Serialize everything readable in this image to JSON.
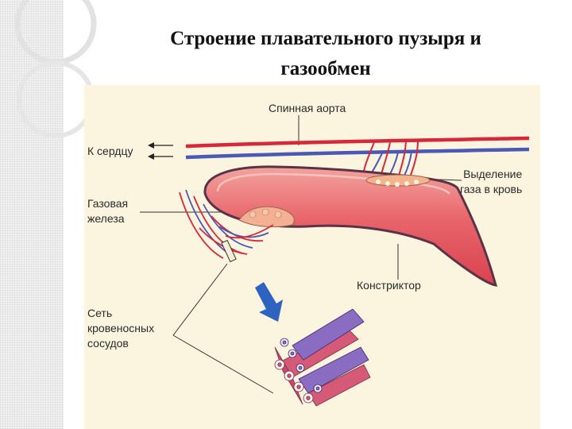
{
  "slide": {
    "title_lines": [
      "Строение плавательного пузыря и",
      "газообмен"
    ]
  },
  "figure": {
    "labels": {
      "dorsal_aorta": "Спинная аорта",
      "to_heart": "К сердцу",
      "gas_release": [
        "Выделение",
        "газа в кровь"
      ],
      "gas_gland": [
        "Газовая",
        "железа"
      ],
      "constrictor": "Констриктор",
      "vessel_network": [
        "Сеть",
        "кровеносных",
        "сосудов"
      ]
    },
    "colors": {
      "background": "#fbf4df",
      "bladder_fill": "#e8646a",
      "bladder_outline": "#5a3446",
      "artery": "#d6283a",
      "vein": "#4a58b6",
      "arrow_blue": "#2f63c2",
      "vessel_red": "#d55a78",
      "vessel_purple": "#8a6cc2"
    },
    "icons": [
      "down-arrow-icon",
      "left-arrow-icon"
    ]
  }
}
